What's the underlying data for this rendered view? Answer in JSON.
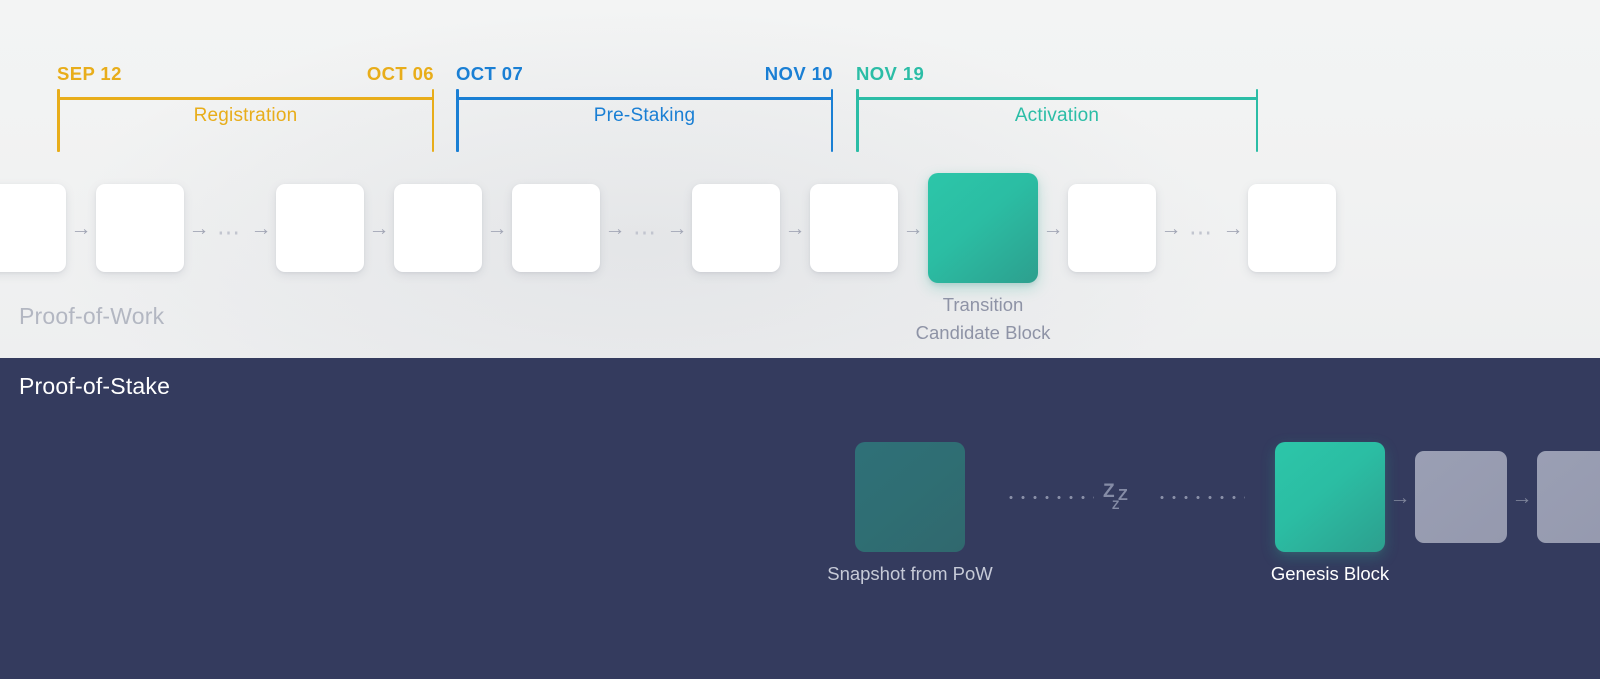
{
  "timeline": {
    "phases": [
      {
        "id": "registration",
        "label": "Registration",
        "start_date": "SEP 12",
        "end_date": "OCT 06",
        "color": "#e8ad1a"
      },
      {
        "id": "prestaking",
        "label": "Pre-Staking",
        "start_date": "OCT 07",
        "end_date": "NOV 10",
        "color": "#1a7fd4"
      },
      {
        "id": "activation",
        "label": "Activation",
        "start_date": "NOV 19",
        "end_date": "",
        "color": "#2bbda6"
      }
    ]
  },
  "pow_section": {
    "label": "Proof-of-Work",
    "transition_block_caption_line1": "Transition",
    "transition_block_caption_line2": "Candidate Block",
    "arrow_glyph": "→",
    "ellipsis_glyph": "⋯"
  },
  "pos_section": {
    "label": "Proof-of-Stake",
    "snapshot_caption": "Snapshot from PoW",
    "genesis_caption": "Genesis Block",
    "sleep_icon": "zzz-sleep-icon",
    "zzz": {
      "z1": "Z",
      "z2": "Z",
      "z3": "Z"
    },
    "arrow_glyph": "→"
  },
  "colors": {
    "background_light": "#f2f3f3",
    "background_dark": "#343b5e",
    "teal_accent": "#2bbda6",
    "snapshot_teal": "#2f6e73",
    "gray_block": "#979cb2",
    "registration_yellow": "#e8ad1a",
    "prestaking_blue": "#1a7fd4",
    "activation_teal": "#2bbda6"
  }
}
